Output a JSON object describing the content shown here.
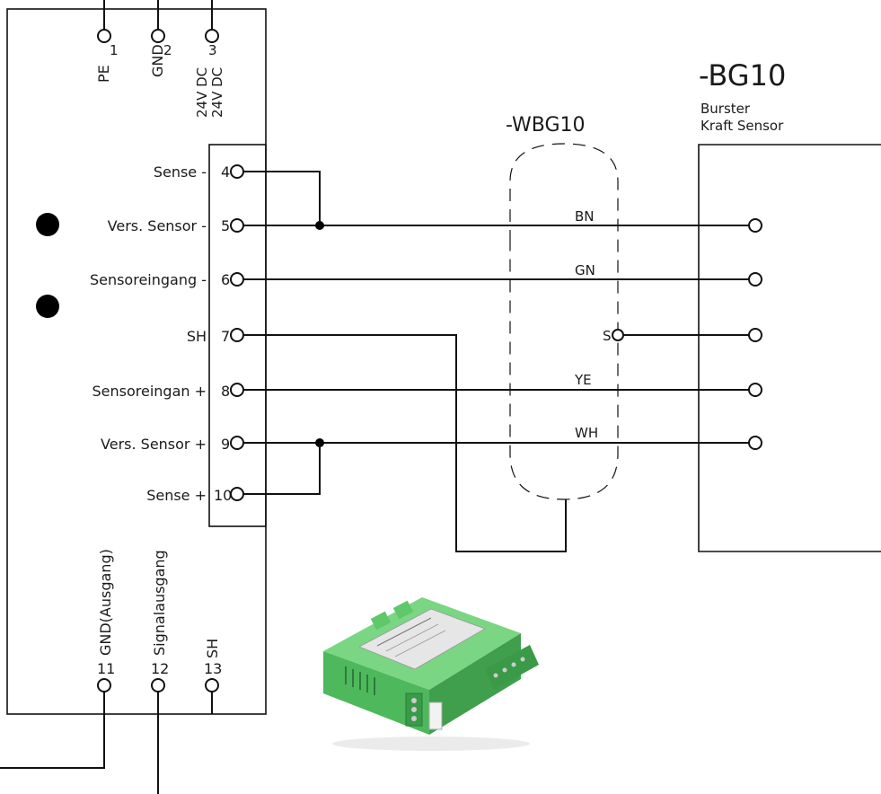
{
  "top_terminals": [
    {
      "num": "1",
      "label": "PE"
    },
    {
      "num": "2",
      "label": "GND"
    },
    {
      "num": "3",
      "label": "24V DC",
      "label2": "24V DC"
    }
  ],
  "left_terminals": [
    {
      "num": "4",
      "label": "Sense -"
    },
    {
      "num": "5",
      "label": "Vers. Sensor -"
    },
    {
      "num": "6",
      "label": "Sensoreingang -"
    },
    {
      "num": "7",
      "label": "SH"
    },
    {
      "num": "8",
      "label": "Sensoreingan +"
    },
    {
      "num": "9",
      "label": "Vers. Sensor +"
    },
    {
      "num": "10",
      "label": "Sense +"
    }
  ],
  "bottom_terminals": [
    {
      "num": "11",
      "label": "GND(Ausgang)"
    },
    {
      "num": "12",
      "label": "Signalausgang"
    },
    {
      "num": "13",
      "label": "SH"
    }
  ],
  "cable": {
    "tag": "-WBG10",
    "wires": [
      "BN",
      "GN",
      "S",
      "YE",
      "WH"
    ]
  },
  "sensor": {
    "tag": "-BG10",
    "line1": "Burster",
    "line2": "Kraft Sensor"
  },
  "photo": {
    "module_label": "-",
    "description": "green DIN rail amplifier module"
  },
  "colors": {
    "line": "#111111",
    "module_green": "#5fc86a",
    "module_dark": "#3a9a47",
    "label_plate": "#e6e6e6"
  }
}
